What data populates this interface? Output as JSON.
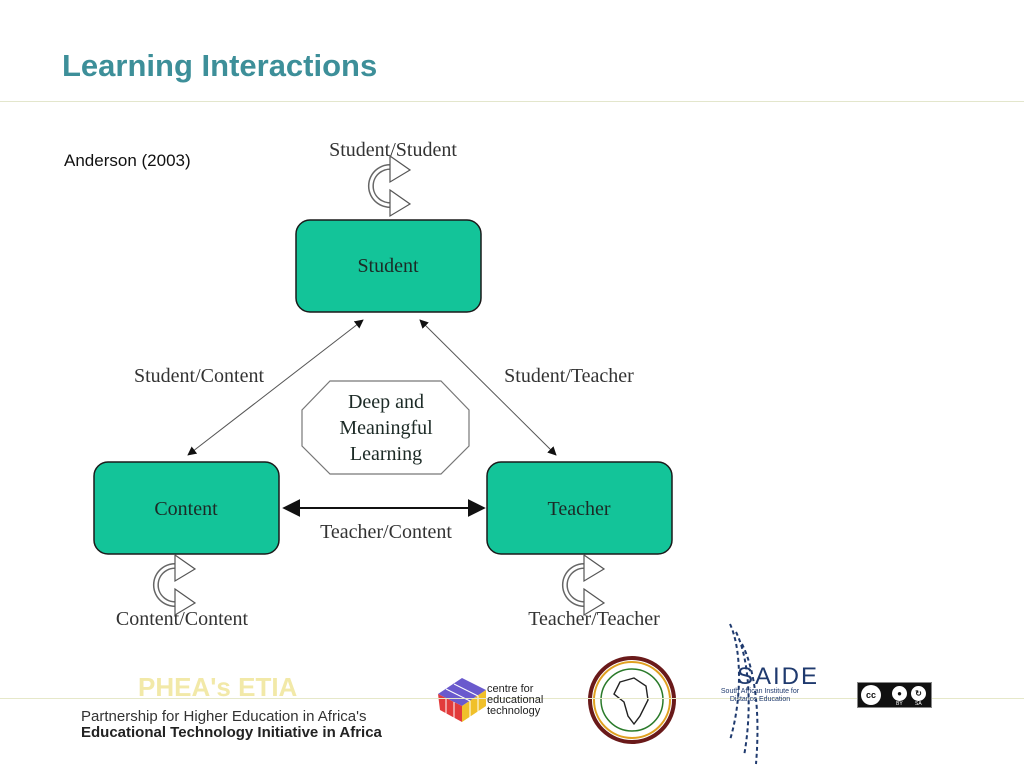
{
  "slide": {
    "title": "Learning Interactions",
    "citation": "Anderson (2003)"
  },
  "diagram": {
    "nodes": {
      "student": "Student",
      "content": "Content",
      "teacher": "Teacher",
      "center": [
        "Deep and",
        "Meaningful",
        "Learning"
      ]
    },
    "edges": {
      "student_student": "Student/Student",
      "student_content": "Student/Content",
      "student_teacher": "Student/Teacher",
      "teacher_content": "Teacher/Content",
      "content_content": "Content/Content",
      "teacher_teacher": "Teacher/Teacher"
    },
    "colors": {
      "box_fill": "#13c499",
      "box_stroke": "#1a1a1a"
    }
  },
  "footer": {
    "phea_title": "PHEA's ETIA",
    "phea_line1": "Partnership for Higher Education in Africa's",
    "phea_line2": "Educational Technology Initiative in Africa",
    "cet_line1": "centre for",
    "cet_line2": "educational",
    "cet_line3": "technology",
    "saide_name": "SAIDE",
    "saide_line1": "South African Institute for",
    "saide_line2": "Distance Education",
    "cc_by": "BY",
    "cc_sa": "SA"
  }
}
